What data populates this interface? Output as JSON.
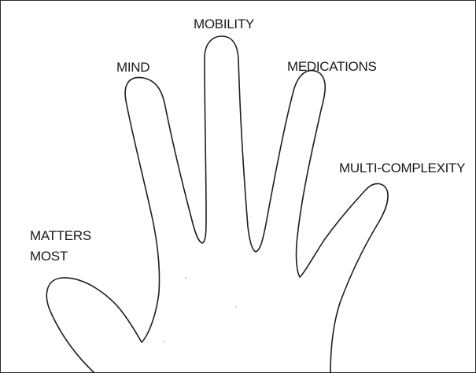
{
  "labels": {
    "mobility": "MOBILITY",
    "mind": "MIND",
    "medications": "MEDICATIONS",
    "multi_complexity": "MULTI-COMPLEXITY",
    "matters_most": [
      "MATTERS",
      "MOST"
    ]
  },
  "colors": {
    "outline": "#1e1e1e",
    "background": "#ffffff",
    "text": "#1a1a1a"
  }
}
